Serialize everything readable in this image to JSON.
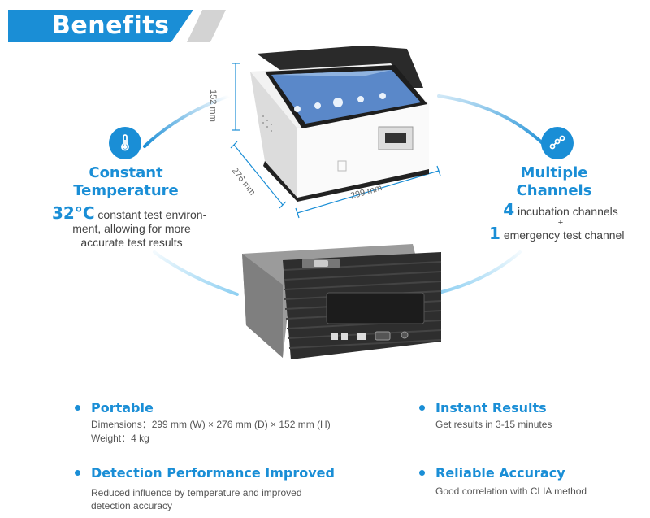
{
  "header": {
    "title": "Benefits"
  },
  "features": {
    "temperature": {
      "icon": "thermometer-icon",
      "title_line1": "Constant",
      "title_line2": "Temperature",
      "value": "32°C",
      "text_line1": "constant test environ-",
      "text_line2": "ment, allowing for more",
      "text_line3": "accurate test results"
    },
    "channels": {
      "icon": "channels-icon",
      "title_line1": "Multiple",
      "title_line2": "Channels",
      "incubation_count": "4",
      "incubation_text": "incubation channels",
      "plus": "+",
      "emergency_count": "1",
      "emergency_text": "emergency test channel"
    }
  },
  "dimensions": {
    "height": "152 mm",
    "depth": "276 mm",
    "width": "299 mm"
  },
  "benefits": [
    {
      "title": "Portable",
      "line1": "Dimensions：299 mm (W) × 276 mm (D) × 152 mm (H)",
      "line2": "Weight：4 kg"
    },
    {
      "title": "Instant Results",
      "line1": "Get results in 3-15 minutes",
      "line2": ""
    },
    {
      "title": "Detection Performance Improved",
      "line1": "Reduced influence by temperature and improved",
      "line2": "detection accuracy"
    },
    {
      "title": "Reliable Accuracy",
      "line1": "Good correlation with CLIA method",
      "line2": ""
    }
  ],
  "colors": {
    "accent": "#1a8ed6",
    "accent_light": "#8fd0f2",
    "gray": "#d3d3d3"
  }
}
